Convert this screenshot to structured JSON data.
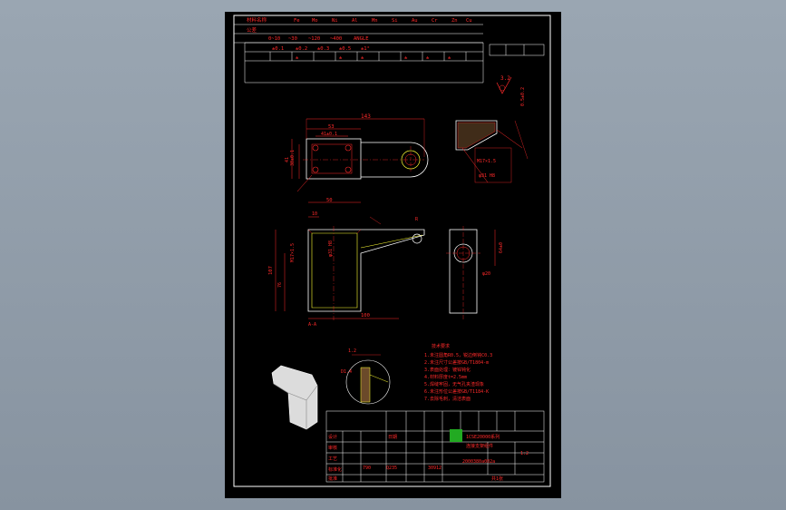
{
  "colors": {
    "background": "#8e9ba8",
    "sheet": "#000000",
    "frame": "#ffffff",
    "dimension": "#ff2a2a",
    "outline": "#ffffff",
    "table_line": "#ffffff",
    "table_text": "#ff2a2a"
  },
  "table_top": {
    "row1_label": "材料名称",
    "row1_cols": [
      "Fe",
      "Mo",
      "Ni",
      "Al",
      "Mn",
      "Si",
      "Au",
      "Cr",
      "Zn",
      "Cu"
    ],
    "row2_label": "公差",
    "row2_cols": [
      "0~10",
      "~30",
      "~120",
      "~400",
      "ANGLE"
    ],
    "row3_cols": [
      "±0.1",
      "±0.2",
      "±0.3",
      "±0.5",
      "±1°"
    ],
    "row4_cols": [
      "±",
      "±",
      "±",
      "±",
      "±",
      "±"
    ]
  },
  "dims": {
    "overall_length": "143",
    "hole_pitch": "53",
    "hole_pitch2": "41±0.1",
    "height1": "38±0.1",
    "height2": "41",
    "section_width": "50",
    "d1": "10",
    "radius": "R",
    "total_height": "107",
    "inner_height": "76",
    "bottom_length": "100",
    "m_label": "M17×1.5",
    "phi_label": "φ31 H8",
    "side_width": "φ20",
    "side_height": "64±0",
    "detail_label": "0.5±0.2",
    "detail2": "D1.4",
    "detail3": "1.2",
    "roughness": "3.2",
    "section_a": "A-A"
  },
  "tech_notes": {
    "title": "技术要求",
    "lines": [
      "1.未注圆角R0.5，锐边倒钝C0.3",
      "2.未注尺寸公差按GB/T1804-m",
      "3.表面处理：镀锌钝化",
      "4.材料厚度t=2.5mm",
      "5.焊缝牢固，无气孔夹渣现象",
      "6.未注形位公差按GB/T1184-K",
      "7.去除毛刺，清洁表面"
    ]
  },
  "title_block": {
    "company": "1CSE20000系列",
    "subtitle": "连接支架组件",
    "code": "2000380a002a",
    "scale": "1:2",
    "drawing_no": "30912",
    "sheet": "共1张",
    "labels": [
      "设计",
      "审核",
      "工艺",
      "标准化",
      "批准",
      "日期"
    ],
    "weight": "790",
    "material": "Q235"
  }
}
